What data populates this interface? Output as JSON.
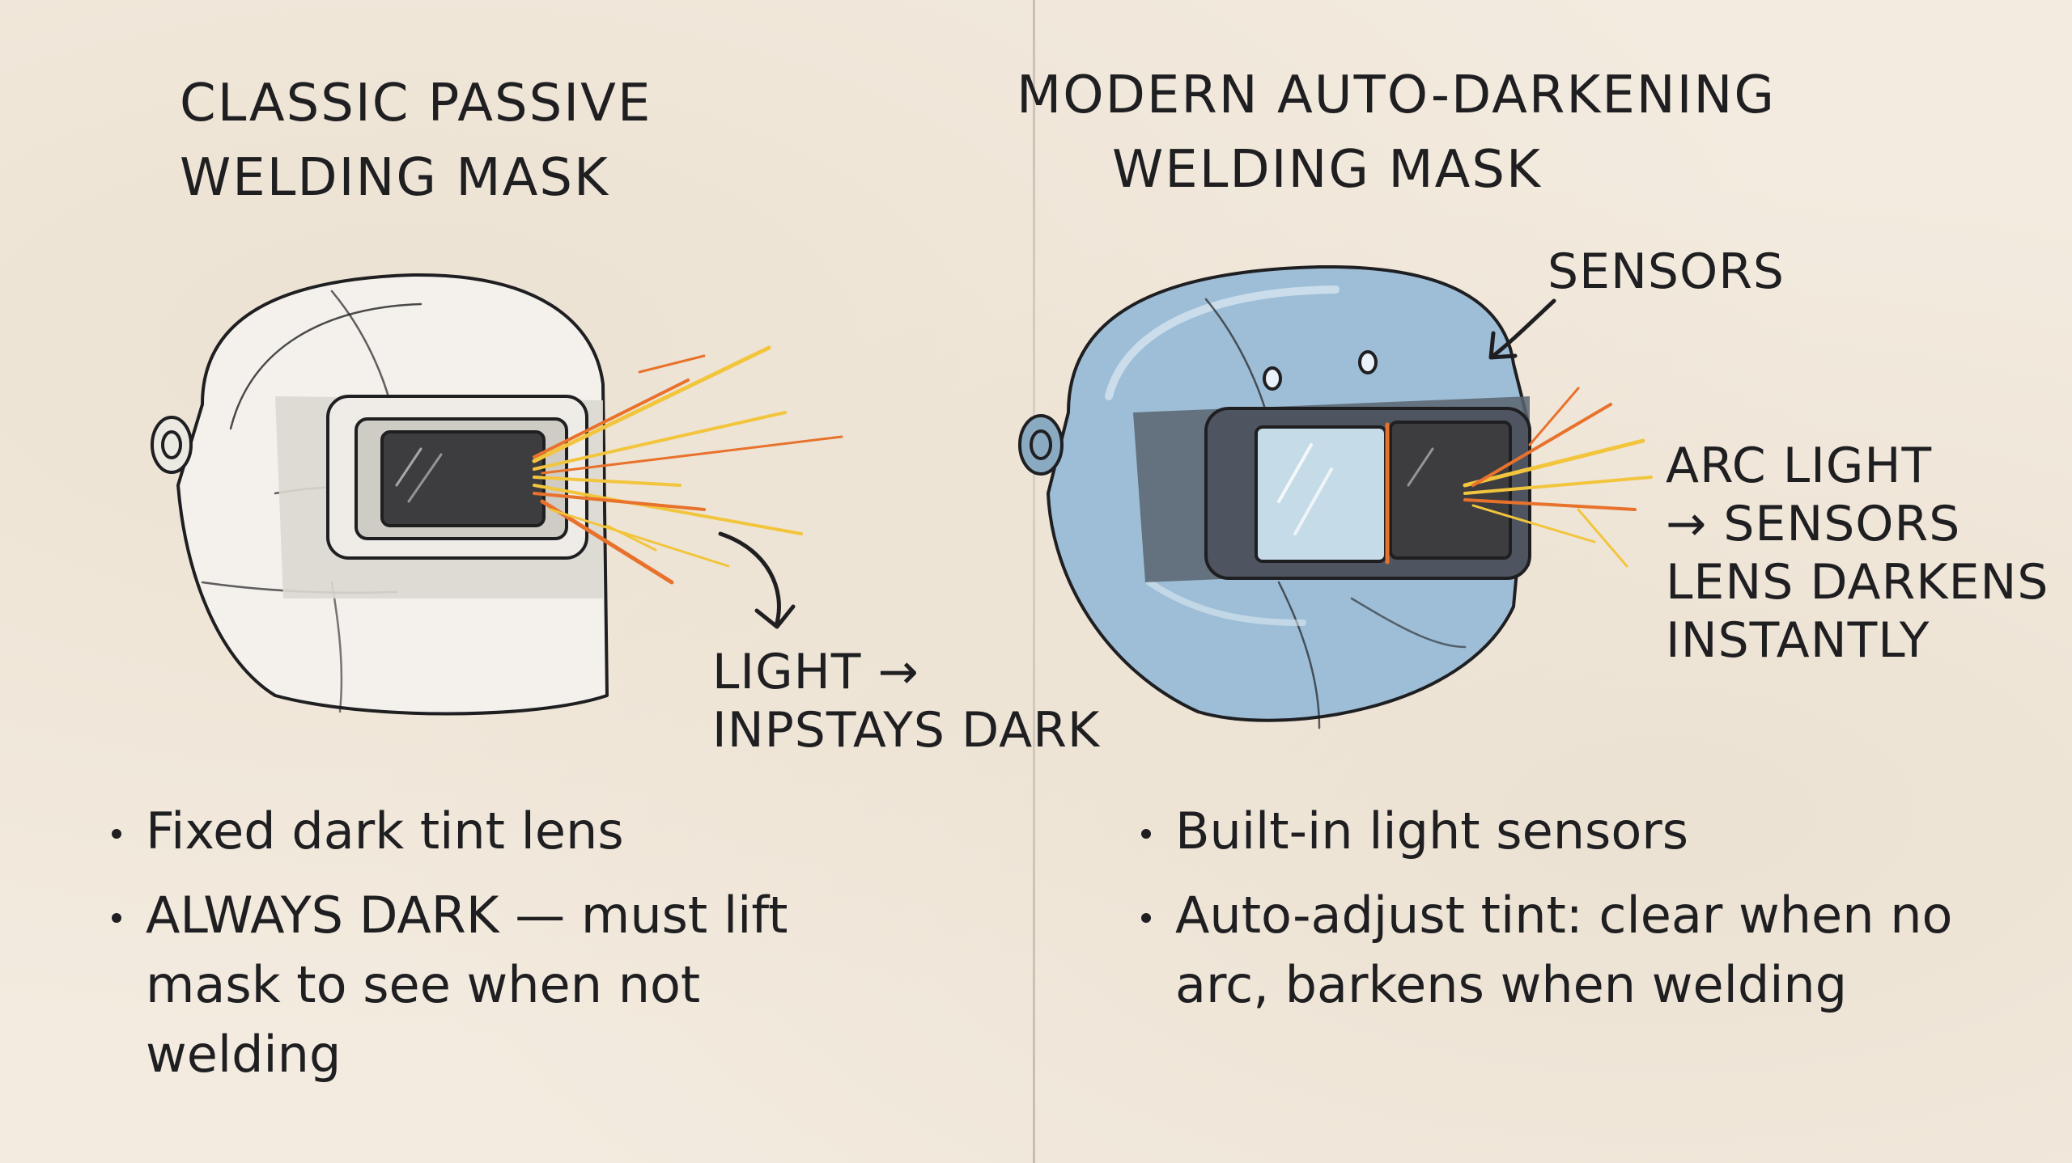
{
  "left": {
    "title": [
      "CLASSIC PASSIVE",
      "WELDING MASK"
    ],
    "callout": [
      "LIGHT →",
      "INPSTAYS DARK"
    ],
    "bullets": [
      "Fixed dark tint lens",
      "ALWAYS DARK — must lift mask to see when not welding"
    ]
  },
  "right": {
    "title": [
      "MODERN AUTO-DARKENING",
      "WELDING MASK"
    ],
    "sensors_label": "SENSORS",
    "callout": [
      "ARC LIGHT",
      "→ SENSORS",
      "LENS DARKENS",
      "INSTANTLY"
    ],
    "bullets": [
      "Built-in light sensors",
      "Auto-adjust tint: clear when no arc, barkens when welding"
    ]
  },
  "colors": {
    "paper": "#f3ebdf",
    "ink": "#1f1f22",
    "helmet_blue": "#9dbed6",
    "helmet_grey": "#dcd8d2",
    "lens_dark": "#3d3d40",
    "spark_yellow": "#f2c53d",
    "spark_orange": "#e8722c"
  },
  "icons": {
    "left_helmet": "passive-welding-helmet-illustration",
    "right_helmet": "auto-darkening-welding-helmet-illustration"
  }
}
